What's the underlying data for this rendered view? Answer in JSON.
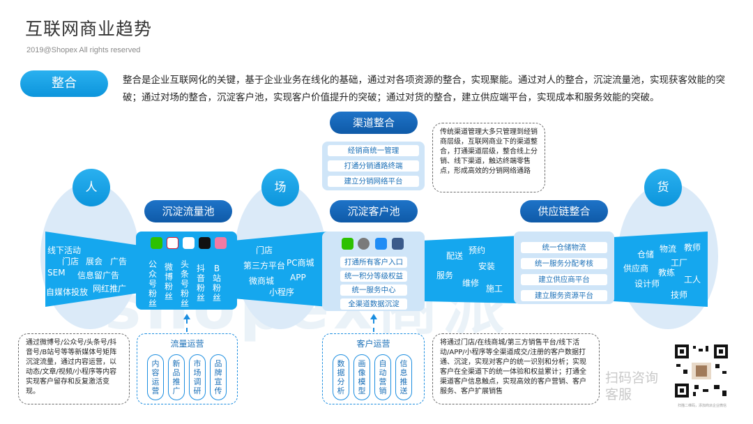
{
  "header": {
    "title": "互联网商业趋势",
    "copyright": "2019@Shopex All rights reserved"
  },
  "intro": {
    "badge": "整合",
    "text": "整合是企业互联网化的关键，基于企业业务在线化的基础，通过对各项资源的整合，实现聚能。通过对人的整合，沉淀流量池，实现获客效能的突破；通过对场的整合，沉淀客户池，实现客户价值提升的突破；通过对货的整合，建立供应端平台，实现成本和服务效能的突破。"
  },
  "watermark": "shopex商派",
  "nodes": {
    "ren": "人",
    "chang": "场",
    "huo": "货"
  },
  "channel": {
    "title": "渠道整合",
    "bars": [
      "经销商统一管理",
      "打通分销通路终端",
      "建立分销网络平台"
    ],
    "note": "传统渠道管理大多只管理到经销商层级，互联网商业下的渠道整合，打通渠道层级，整合线上分销、线下渠道，触达终端零售点，形成高效的分销网络通路"
  },
  "ren_words": [
    "线下活动",
    "门店",
    "展会",
    "广告",
    "SEM",
    "信息留广告",
    "网红推广",
    "自媒体投放"
  ],
  "traffic_pool": {
    "title": "沉淀流量池",
    "icons": [
      "wechat-icon",
      "weibo-icon",
      "qq-icon",
      "douyin-icon",
      "bilibili-icon"
    ],
    "columns": [
      "公众号粉丝",
      "微博粉丝",
      "头条号粉丝",
      "抖音粉丝",
      "B站粉丝"
    ]
  },
  "chang_words": [
    "门店",
    "第三方平台",
    "PC商城",
    "微商城",
    "APP",
    "小程序"
  ],
  "customer_pool": {
    "title": "沉淀客户池",
    "icons": [
      "wechat-icon",
      "settings-icon",
      "appstore-icon",
      "mail-icon"
    ],
    "bars": [
      "打通所有客户入口",
      "统一积分等级权益",
      "统一服务中心",
      "全渠道数据沉淀"
    ]
  },
  "service_words": [
    "配送",
    "预约",
    "安装",
    "服务",
    "维修",
    "施工"
  ],
  "supply_chain": {
    "title": "供应链整合",
    "bars": [
      "统一仓储物流",
      "统一服务分配考核",
      "建立供应商平台",
      "建立服务资源平台"
    ]
  },
  "huo_words": [
    "仓储",
    "物流",
    "教师",
    "供应商",
    "工厂",
    "教练",
    "设计师",
    "工人",
    "技师"
  ],
  "traffic_ops": {
    "title": "流量运营",
    "items": [
      "内容运营",
      "新品推广",
      "市场调研",
      "品牌宣传"
    ]
  },
  "customer_ops": {
    "title": "客户运营",
    "items": [
      "数据分析",
      "画像模型",
      "自动营销",
      "信息推送"
    ]
  },
  "note_left": "通过微博号/公众号/头条号/抖音号/B站号等等新媒体号矩阵沉淀流量，通过内容运营，以动态/文章/视频/小程序等内容实现客户留存和反复激活变现。",
  "note_right": "将通过门店/在线商城/第三方销售平台/线下活动/APP/小程序等全渠道成交/注册的客户数据打通、沉淀，实现对客户的统一识别和分析；实现客户在全渠道下的统一体验和权益累计；打通全渠道客户信息触点，实现高效的客户营销、客户服务、客户扩展销售",
  "qr": {
    "caption": "扫码咨询客服",
    "tiny": "扫描二维码，添加商派企业微信"
  },
  "colors": {
    "primary": "#15a7ee",
    "dark": "#0f5aa8",
    "panel": "#cfe5f8",
    "oval": "#dbeaf8"
  }
}
